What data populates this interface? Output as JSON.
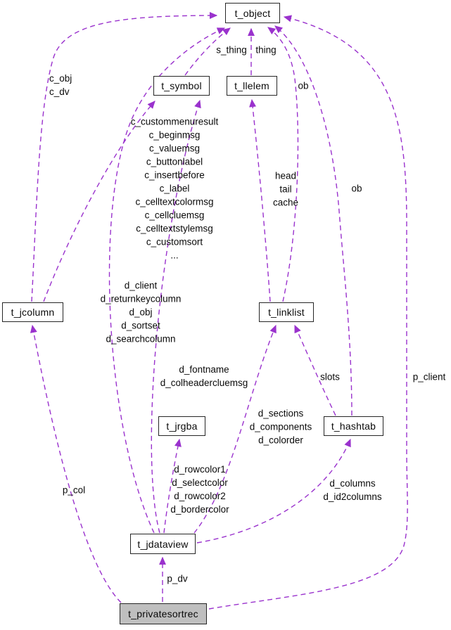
{
  "diagram": {
    "type": "collaboration-graph",
    "theme": {
      "edge-color": "#9a32cd",
      "node-border": "#262626",
      "node-bg": "#ffffff",
      "focus-bg": "#bfbfbf",
      "text": "#0a0a0a"
    },
    "nodes": {
      "t_object": {
        "label": "t_object"
      },
      "t_symbol": {
        "label": "t_symbol"
      },
      "t_llelem": {
        "label": "t_llelem"
      },
      "t_jcolumn": {
        "label": "t_jcolumn"
      },
      "t_linklist": {
        "label": "t_linklist"
      },
      "t_jrgba": {
        "label": "t_jrgba"
      },
      "t_hashtab": {
        "label": "t_hashtab"
      },
      "t_jdataview": {
        "label": "t_jdataview"
      },
      "t_privatesortrec": {
        "label": "t_privatesortrec"
      }
    },
    "edge_labels": {
      "s_thing": {
        "text": "s_thing"
      },
      "thing": {
        "text": "thing"
      },
      "c_obj_dv": {
        "text": "c_obj\nc_dv"
      },
      "jcolumn_symbol_members": {
        "text": "c_custommenuresult\nc_beginmsg\nc_valuemsg\nc_buttonlabel\nc_insertbefore\nc_label\nc_celltextcolormsg\nc_cellcluemsg\nc_celltextstylemsg\nc_customsort\n..."
      },
      "head_tail_cache": {
        "text": "head\ntail\ncache"
      },
      "ob_linklist": {
        "text": "ob"
      },
      "ob_hashtab": {
        "text": "ob"
      },
      "jdataview_object_members": {
        "text": "d_client\nd_returnkeycolumn\nd_obj\nd_sortset\nd_searchcolumn"
      },
      "jdataview_symbol_members": {
        "text": "d_fontname\nd_colheadercluemsg"
      },
      "slots": {
        "text": "slots"
      },
      "p_client": {
        "text": "p_client"
      },
      "jdataview_linklist_members": {
        "text": "d_sections\nd_components\nd_colorder"
      },
      "jdataview_jrgba_members": {
        "text": "d_rowcolor1\nd_selectcolor\nd_rowcolor2\nd_bordercolor"
      },
      "p_col": {
        "text": "p_col"
      },
      "jdataview_hashtab_members": {
        "text": "d_columns\nd_id2columns"
      },
      "p_dv": {
        "text": "p_dv"
      }
    }
  }
}
